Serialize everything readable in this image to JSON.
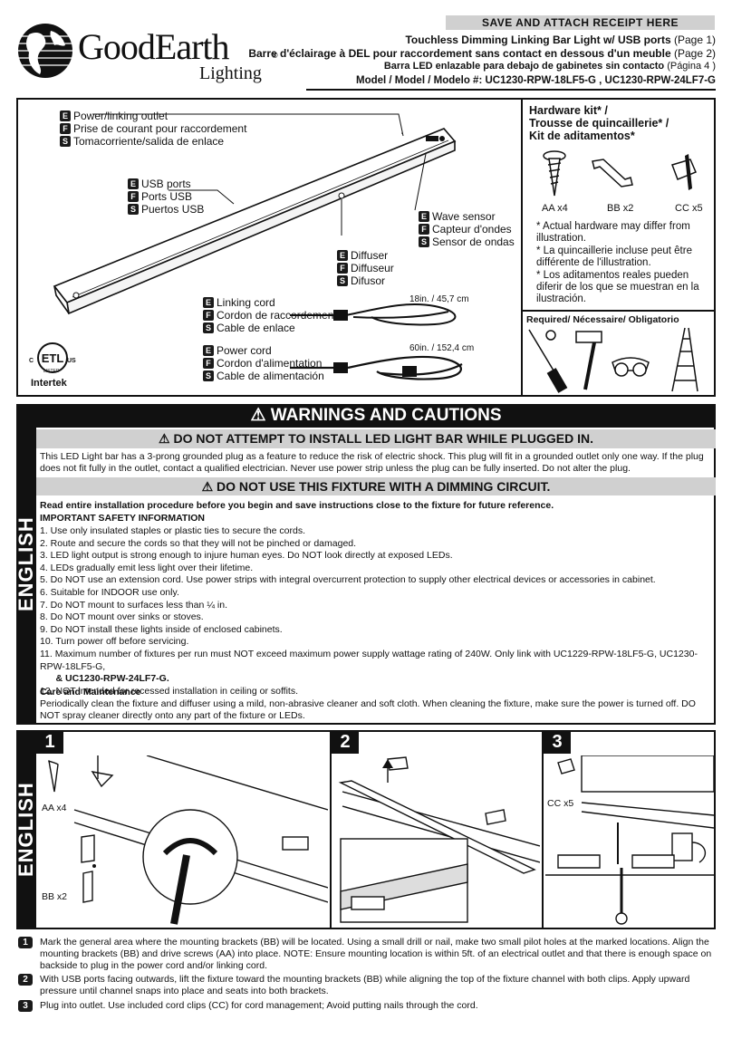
{
  "header": {
    "brand_line1": "GoodEarth",
    "brand_line2": "Lighting",
    "receipt": "SAVE AND ATTACH RECEIPT HERE",
    "title_en": "Touchless Dimming Linking Bar Light w/ USB ports",
    "title_en_page": "(Page 1)",
    "title_fr": "Barre d'éclairage à DEL pour raccordement sans contact en dessous d'un meuble",
    "title_fr_page": "(Page 2)",
    "title_es": "Barra LED enlazable para debajo de gabinetes sin contacto",
    "title_es_page": "(Página 4 )",
    "model_label": "Model / Model / Modelo #:",
    "model_value": "UC1230-RPW-18LF5-G , UC1230-RPW-24LF7-G"
  },
  "diagram": {
    "power_outlet": [
      "Power/linking outlet",
      "Prise de courant pour raccordement",
      "Tomacorriente/salida de enlace"
    ],
    "usb_ports": [
      "USB ports",
      "Ports USB",
      "Puertos USB"
    ],
    "wave_sensor": [
      "Wave sensor",
      "Capteur d'ondes",
      "Sensor de ondas"
    ],
    "diffuser": [
      "Diffuser",
      "Diffuseur",
      "Difusor"
    ],
    "linking_cord": [
      "Linking cord",
      "Cordon de raccordement",
      "Cable de enlace"
    ],
    "power_cord": [
      "Power cord",
      "Cordon d'alimentation",
      "Cable de alimentación"
    ],
    "linking_len": "18in. / 45,7 cm",
    "power_len": "60in. / 152,4 cm",
    "lang_letters": [
      "E",
      "F",
      "S"
    ],
    "cert_c": "C",
    "cert_us": "US",
    "cert_listed": "LISTED",
    "cert_name": "Intertek"
  },
  "hardware": {
    "title_lines": [
      "Hardware kit* /",
      "Trousse de quincaillerie* /",
      "Kit de aditamentos*"
    ],
    "items": [
      "AA x4",
      "BB x2",
      "CC x5"
    ],
    "notes": [
      "* Actual hardware may differ from illustration.",
      "* La quincaillerie incluse peut être différente de l'illustration.",
      "* Los aditamentos reales pueden diferir de los que se muestran en la ilustración."
    ],
    "required": "Required/ Nécessaire/ Obligatorio"
  },
  "warnings": {
    "tab": "ENGLISH",
    "title": "WARNINGS AND CAUTIONS",
    "alert1": "DO NOT ATTEMPT TO INSTALL LED LIGHT BAR WHILE PLUGGED IN.",
    "intro": "This LED Light bar has a 3-prong grounded plug as a feature to reduce the risk of electric shock. This plug will fit in a grounded outlet only one way. If the plug does not fit fully in the outlet, contact a qualified electrician. Never use power strip unless the plug can be fully inserted. Do not alter the plug.",
    "alert2": "DO NOT USE THIS FIXTURE WITH A DIMMING CIRCUIT.",
    "read_entire": "Read entire installation procedure before you begin and save instructions close to the fixture for future reference.",
    "important": "IMPORTANT SAFETY INFORMATION",
    "items": [
      "1.  Use only insulated staples or plastic ties to secure the cords.",
      "2.  Route and secure the cords so that they will not be pinched or damaged.",
      "3.  LED light output is strong enough to injure human eyes. Do NOT look directly at exposed LEDs.",
      "4.  LEDs gradually emit less light over their lifetime.",
      "5.  Do NOT use an extension cord. Use power strips with integral overcurrent protection to supply other electrical devices or accessories in cabinet.",
      "6.  Suitable for INDOOR use only.",
      "7.  Do NOT mount to surfaces less than ¼ in.",
      "8.  Do NOT mount over sinks or stoves.",
      "9.  Do NOT install these lights inside of enclosed cabinets.",
      "10. Turn power off before servicing.",
      "11. Maximum number of fixtures per run must NOT exceed maximum power supply wattage rating of 240W. Only link with UC1229-RPW-18LF5-G, UC1230-RPW-18LF5-G,",
      "      & UC1230-RPW-24LF7-G.",
      "12. NOT intended for recessed installation in ceiling or soffits."
    ],
    "care_title": "Care and Maintenance",
    "care_text": "Periodically clean the fixture and diffuser using a mild, non-abrasive cleaner and soft cloth. When cleaning the fixture, make sure the power is turned off. DO NOT spray cleaner directly onto any part of the fixture or LEDs."
  },
  "install": {
    "tab": "ENGLISH",
    "panel_nums": [
      "1",
      "2",
      "3"
    ],
    "p1_aa": "AA x4",
    "p1_bb": "BB x2",
    "p3_cc": "CC x5",
    "steps": [
      "Mark the general area where the mounting brackets (BB) will be located. Using a small drill or nail, make two small pilot holes at the marked locations. Align the mounting brackets (BB) and drive screws (AA) into place. NOTE: Ensure mounting location is within 5ft. of an electrical outlet and that there is enough space on backside to plug in the power cord and/or linking cord.",
      "With USB ports facing outwards, lift the fixture toward the mounting brackets (BB) while aligning the top of the fixture channel with both clips. Apply upward pressure until channel snaps into place and seats into both brackets.",
      "Plug into outlet. Use included cord clips (CC) for cord management; Avoid putting nails through the cord."
    ]
  }
}
